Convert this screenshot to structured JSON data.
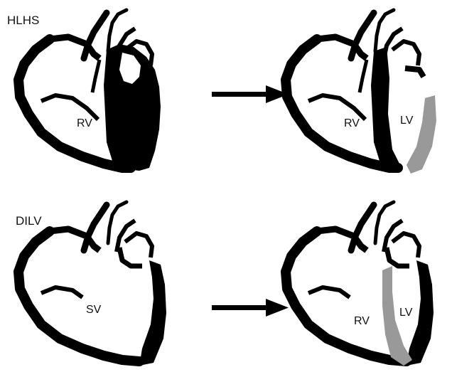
{
  "rows": [
    {
      "label": "HLHS",
      "before": {
        "chambers": [
          "RV"
        ]
      },
      "after": {
        "chambers": [
          "RV",
          "LV"
        ]
      }
    },
    {
      "label": "DILV",
      "before": {
        "chambers": [
          "SV"
        ]
      },
      "after": {
        "chambers": [
          "RV",
          "LV"
        ]
      }
    }
  ],
  "colors": {
    "wall": "#000000",
    "new_tissue": "#999999",
    "background": "#ffffff"
  }
}
